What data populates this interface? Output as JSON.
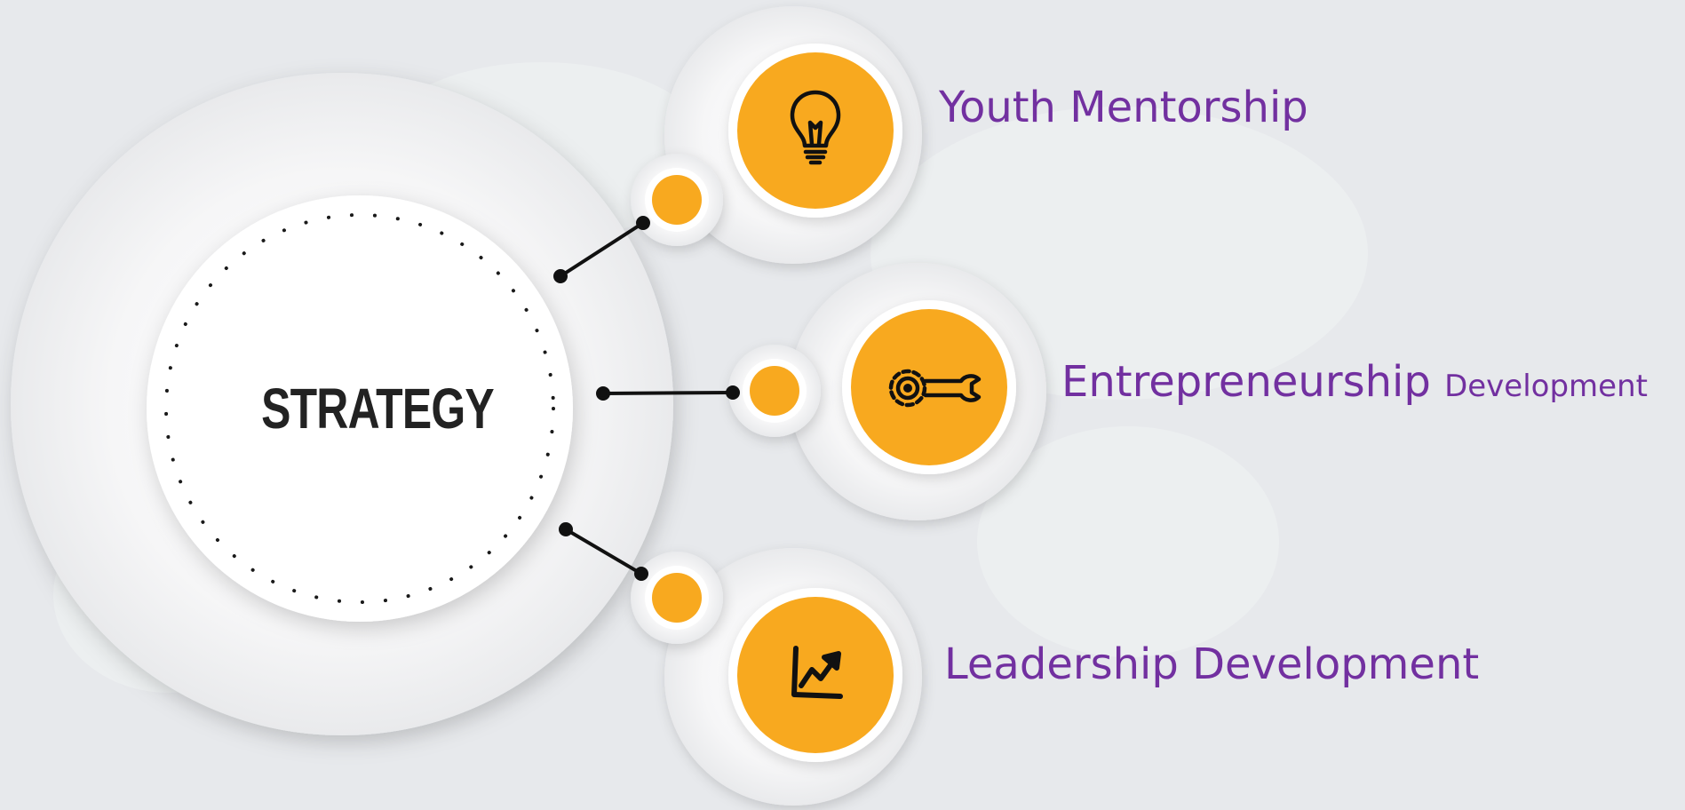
{
  "center": {
    "label": "STRATEGY"
  },
  "items": [
    {
      "label": "Youth Mentorship",
      "icon": "lightbulb-icon"
    },
    {
      "label": "Entrepreneurship",
      "label_suffix": "Development",
      "icon": "gear-wrench-icon"
    },
    {
      "label": "Leadership Development",
      "icon": "growth-chart-icon"
    }
  ],
  "colors": {
    "background": "#e7e9ec",
    "accent": "#f8a91f",
    "label_text": "#7230a0",
    "center_text": "#222222",
    "connector": "#111111"
  }
}
